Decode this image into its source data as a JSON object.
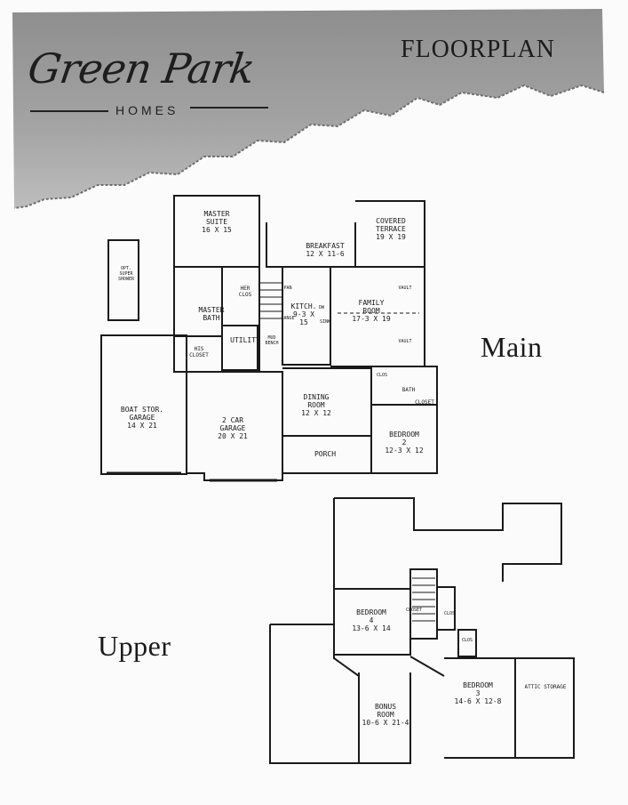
{
  "header": {
    "brand_script": "Green Park",
    "brand_sub": "HOMES",
    "title": "FLOORPLAN",
    "banner_color": "#9a9a9a"
  },
  "sections": {
    "main_label": "Main",
    "upper_label": "Upper"
  },
  "main_floor": {
    "rooms": [
      {
        "id": "master-suite",
        "name": "MASTER\nSUITE",
        "size": "16 X 15"
      },
      {
        "id": "breakfast",
        "name": "BREAKFAST",
        "size": "12 X 11-6"
      },
      {
        "id": "covered-terrace",
        "name": "COVERED\nTERRACE",
        "size": "19 X 19"
      },
      {
        "id": "family-room",
        "name": "FAMILY\nROOM",
        "size": "17-3 X 19"
      },
      {
        "id": "kitchen",
        "name": "KITCH.",
        "size": "9-3 X\n15"
      },
      {
        "id": "master-bath",
        "name": "MASTER\nBATH",
        "size": ""
      },
      {
        "id": "utility",
        "name": "UTILITY",
        "size": ""
      },
      {
        "id": "his-closet",
        "name": "HIS\nCLOSET",
        "size": ""
      },
      {
        "id": "her-closet",
        "name": "HER\nCLOS",
        "size": ""
      },
      {
        "id": "boat-storage-garage",
        "name": "BOAT STOR.\nGARAGE",
        "size": "14 X 21"
      },
      {
        "id": "two-car-garage",
        "name": "2 CAR\nGARAGE",
        "size": "20 X 21"
      },
      {
        "id": "dining-room",
        "name": "DINING\nROOM",
        "size": "12 X 12"
      },
      {
        "id": "bedroom-2",
        "name": "BEDROOM\n2",
        "size": "12-3 X 12"
      },
      {
        "id": "porch",
        "name": "PORCH",
        "size": ""
      },
      {
        "id": "bath",
        "name": "BATH",
        "size": ""
      },
      {
        "id": "closet",
        "name": "CLOSET",
        "size": ""
      }
    ],
    "minor_labels": [
      "OPT.\nSUPER\nSHOWER",
      "PAN",
      "DW",
      "VAULT",
      "VAULT",
      "MUD\nBENCH",
      "CLOS",
      "RANGE",
      "SINK"
    ]
  },
  "upper_floor": {
    "rooms": [
      {
        "id": "bedroom-4",
        "name": "BEDROOM\n4",
        "size": "13-6 X 14"
      },
      {
        "id": "bonus-room",
        "name": "BONUS\nROOM",
        "size": "10-6 X 21-4"
      },
      {
        "id": "bedroom-3",
        "name": "BEDROOM\n3",
        "size": "14-6 X 12-8"
      },
      {
        "id": "attic-storage",
        "name": "ATTIC STORAGE",
        "size": ""
      }
    ],
    "minor_labels": [
      "CLOSET",
      "CLOS",
      "CLOS"
    ]
  }
}
